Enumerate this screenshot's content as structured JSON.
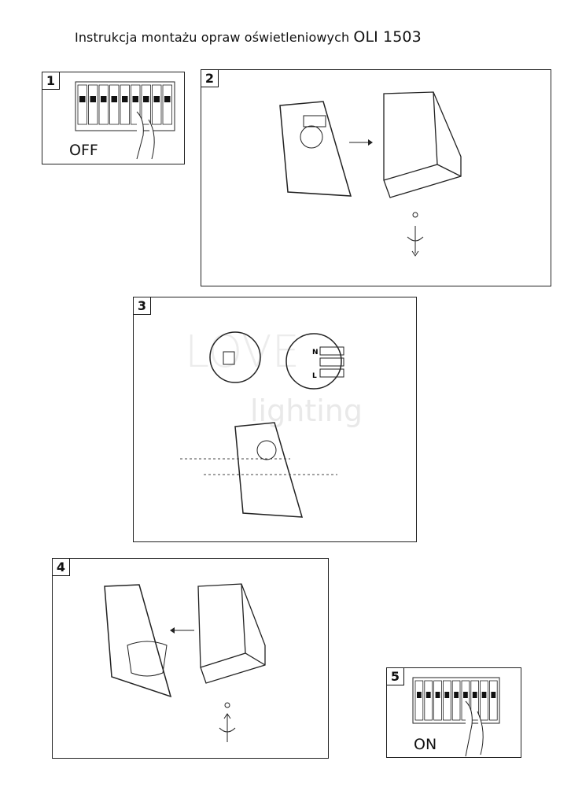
{
  "title": {
    "text": "Instrukcja montażu opraw oświetleniowych",
    "model": "OLI 1503"
  },
  "steps": [
    {
      "number": "1",
      "label": "OFF"
    },
    {
      "number": "2"
    },
    {
      "number": "3",
      "terminals": [
        "N",
        "L"
      ]
    },
    {
      "number": "4"
    },
    {
      "number": "5",
      "label": "ON"
    }
  ],
  "watermark": {
    "line1": "LOVE",
    "line2": "lighting"
  }
}
